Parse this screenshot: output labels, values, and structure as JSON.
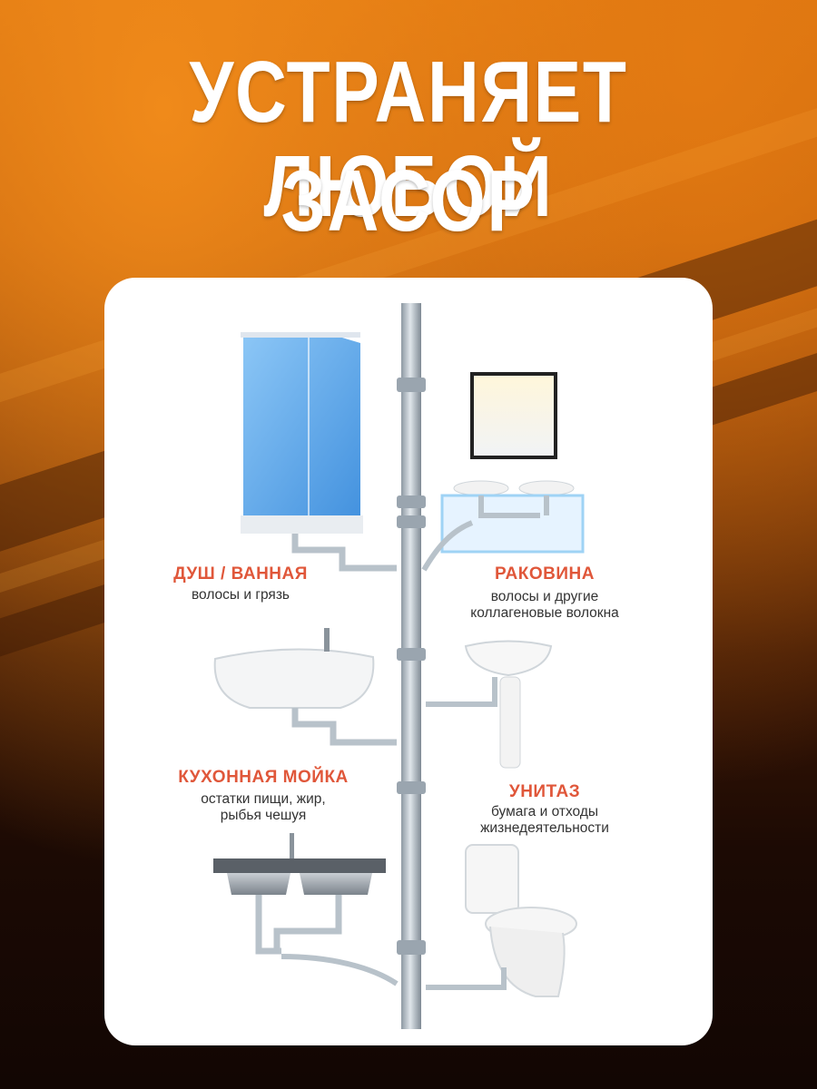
{
  "headline": {
    "line1": "УСТРАНЯЕТ ЛЮБОЙ",
    "line2": "ЗАСОР"
  },
  "fixtures": {
    "shower": {
      "title": "ДУШ / ВАННАЯ",
      "subtitle": "волосы и грязь"
    },
    "sink": {
      "title": "РАКОВИНА",
      "subtitle_line1": "волосы и другие",
      "subtitle_line2": "коллагеновые волокна"
    },
    "kitchen": {
      "title": "КУХОННАЯ МОЙКА",
      "subtitle_line1": "остатки пищи, жир,",
      "subtitle_line2": "рыбья чешуя"
    },
    "toilet": {
      "title": "УНИТАЗ",
      "subtitle_line1": "бумага и отходы",
      "subtitle_line2": "жизнедеятельности"
    }
  },
  "colors": {
    "accent": "#e0573a",
    "background_orange": "#d9720f",
    "card": "#ffffff",
    "pipe": "#b8c2ca"
  }
}
